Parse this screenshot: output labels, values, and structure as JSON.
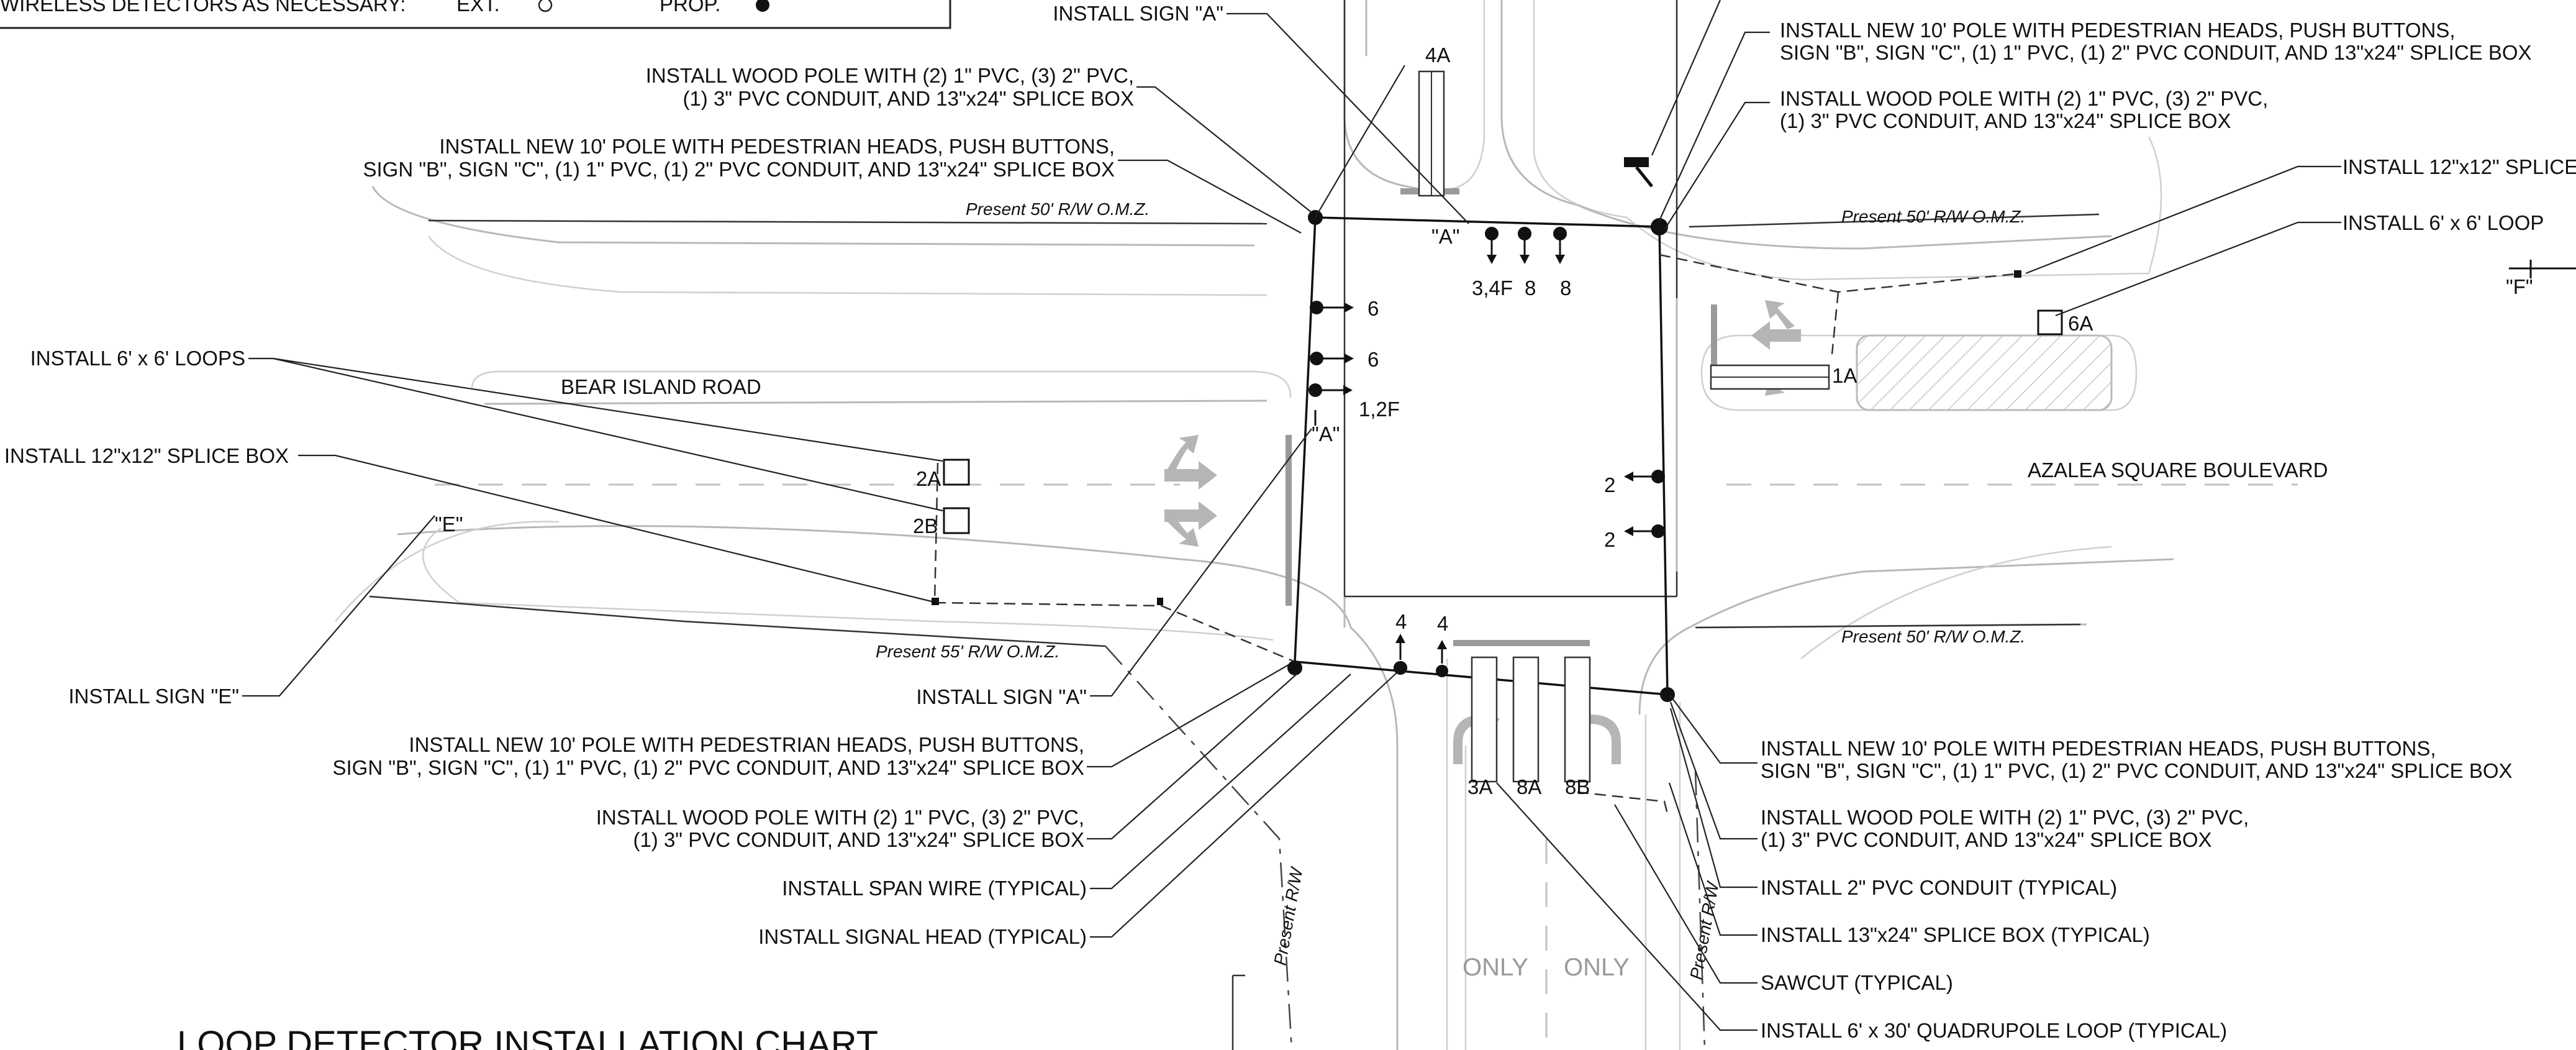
{
  "legend": {
    "text": "WIRELESS DETECTORS AS NECESSARY:",
    "ext_label": "EXT.",
    "prop_label": "PROP."
  },
  "roads": {
    "west": "BEAR ISLAND ROAD",
    "east": "AZALEA SQUARE BOULEVARD"
  },
  "row": {
    "nw": "Present 50' R/W O.M.Z.",
    "ne": "Present 50' R/W O.M.Z.",
    "sw": "Present 55' R/W O.M.Z.",
    "se": "Present 50' R/W O.M.Z.",
    "south_w": "Present R/W",
    "south_e": "Present R/W"
  },
  "notes": {
    "top_sign_a": "INSTALL SIGN \"A\"",
    "nw_wood_1": "INSTALL WOOD POLE WITH (2) 1\" PVC, (3) 2\" PVC,",
    "nw_wood_2": "(1) 3\" PVC CONDUIT, AND 13\"x24\" SPLICE BOX",
    "nw_pole_1": "INSTALL NEW 10' POLE WITH PEDESTRIAN HEADS, PUSH BUTTONS,",
    "nw_pole_2": "SIGN \"B\", SIGN \"C\", (1) 1\" PVC, (1) 2\" PVC CONDUIT, AND 13\"x24\" SPLICE BOX",
    "ne_pole_1": "INSTALL NEW 10' POLE WITH PEDESTRIAN HEADS, PUSH BUTTONS,",
    "ne_pole_2": "SIGN \"B\", SIGN \"C\", (1) 1\" PVC, (1) 2\" PVC CONDUIT, AND 13\"x24\" SPLICE BOX",
    "ne_wood_1": "INSTALL WOOD POLE WITH (2) 1\" PVC, (3) 2\" PVC,",
    "ne_wood_2": "(1) 3\" PVC CONDUIT, AND 13\"x24\" SPLICE BOX",
    "ne_splice": "INSTALL 12\"x12\" SPLICE",
    "ne_loop": "INSTALL 6' x 6' LOOP",
    "w_loops": "INSTALL 6' x 6' LOOPS",
    "w_splice": "INSTALL 12\"x12\" SPLICE BOX",
    "w_sign_e": "INSTALL SIGN \"E\"",
    "sw_sign_a": "INSTALL SIGN \"A\"",
    "sw_pole_1": "INSTALL NEW 10' POLE WITH PEDESTRIAN HEADS, PUSH BUTTONS,",
    "sw_pole_2": "SIGN \"B\", SIGN \"C\", (1) 1\" PVC, (1) 2\" PVC CONDUIT, AND 13\"x24\" SPLICE BOX",
    "sw_wood_1": "INSTALL WOOD POLE WITH (2) 1\" PVC, (3) 2\" PVC,",
    "sw_wood_2": "(1) 3\" PVC CONDUIT, AND 13\"x24\" SPLICE BOX",
    "span_wire": "INSTALL SPAN WIRE (TYPICAL)",
    "signal_head": "INSTALL SIGNAL HEAD (TYPICAL)",
    "se_pole_1": "INSTALL NEW 10' POLE WITH PEDESTRIAN HEADS, PUSH BUTTONS,",
    "se_pole_2": "SIGN \"B\", SIGN \"C\", (1) 1\" PVC, (1) 2\" PVC CONDUIT, AND 13\"x24\" SPLICE BOX",
    "se_wood_1": "INSTALL WOOD POLE WITH (2) 1\" PVC, (3) 2\" PVC,",
    "se_wood_2": "(1) 3\" PVC CONDUIT, AND 13\"x24\" SPLICE BOX",
    "conduit": "INSTALL 2\" PVC CONDUIT (TYPICAL)",
    "splice_box": "INSTALL 13\"x24\" SPLICE BOX (TYPICAL)",
    "sawcut": "SAWCUT (TYPICAL)",
    "quad_loop": "INSTALL 6' x 30' QUADRUPOLE LOOP (TYPICAL)"
  },
  "labels": {
    "loop_4a": "4A",
    "sign_a_n": "\"A\"",
    "head_3_4f": "3,4F",
    "head_8a": "8",
    "head_8b": "8",
    "head_6a": "6",
    "head_6b": "6",
    "head_1_2f": "1,2F",
    "sign_a_w": "\"A\"",
    "loop_2a": "2A",
    "loop_2b": "2B",
    "sign_e": "\"E\"",
    "head_4a": "4",
    "head_4b": "4",
    "loop_3a": "3A",
    "loop_8a": "8A",
    "loop_8b": "8B",
    "head_2a": "2",
    "head_2b": "2",
    "loop_1a": "1A",
    "loop_6a": "6A",
    "sign_f": "\"F\"",
    "only_1": "ONLY",
    "only_2": "ONLY"
  },
  "chart_title": "LOOP DETECTOR INSTALLATION CHART"
}
